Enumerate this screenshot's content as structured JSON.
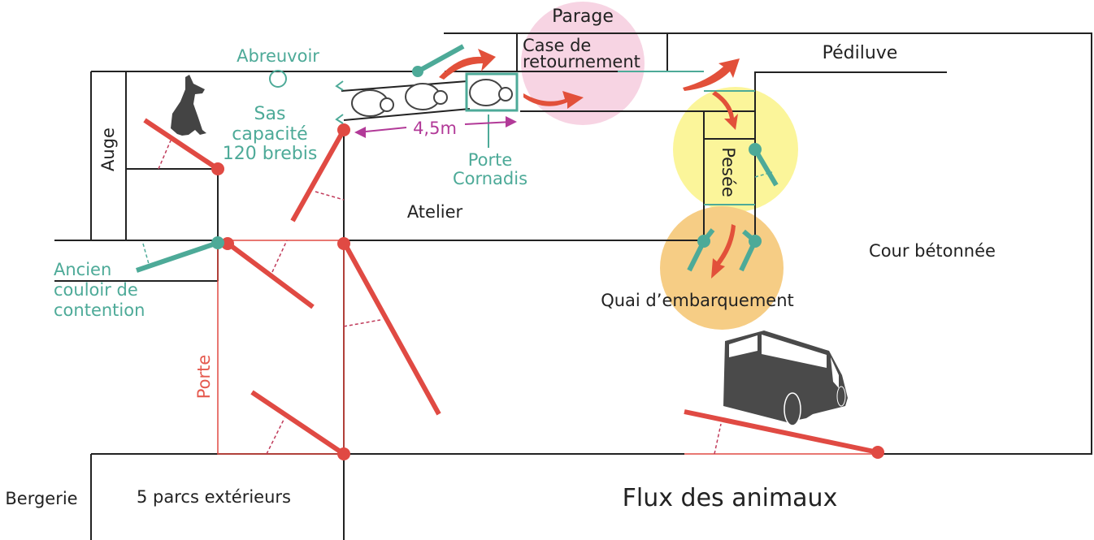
{
  "title": "Flux des animaux",
  "colors": {
    "wall": "#222222",
    "gate_red": "#e04a43",
    "gate_teal": "#4daa98",
    "flow_arrow": "#e2503a",
    "measure": "#b23a98",
    "zone_parage": "#f7d4e3",
    "zone_pesee": "#fbf59a",
    "zone_quai": "#f6cd85",
    "silhouette": "#4a4a4a"
  },
  "labels": {
    "parage": "Parage",
    "case_retournement_1": "Case de",
    "case_retournement_2": "retournement",
    "pediluve": "Pédiluve",
    "abreuvoir": "Abreuvoir",
    "sas_1": "Sas",
    "sas_2": "capacité",
    "sas_3": "120 brebis",
    "distance": "4,5m",
    "porte_cornadis_1": "Porte",
    "porte_cornadis_2": "Cornadis",
    "auge": "Auge",
    "atelier": "Atelier",
    "pesee": "Pesée",
    "cour": "Cour bétonnée",
    "quai": "Quai d’embarquement",
    "ancien_1": "Ancien",
    "ancien_2": "couloir de",
    "ancien_3": "contention",
    "porte": "Porte",
    "bergerie": "Bergerie",
    "parcs": "5 parcs extérieurs",
    "flux": "Flux des animaux"
  },
  "icons": [
    "dog-icon",
    "sheep-icon",
    "truck-icon",
    "flow-arrow-icon",
    "water-trough-icon"
  ]
}
